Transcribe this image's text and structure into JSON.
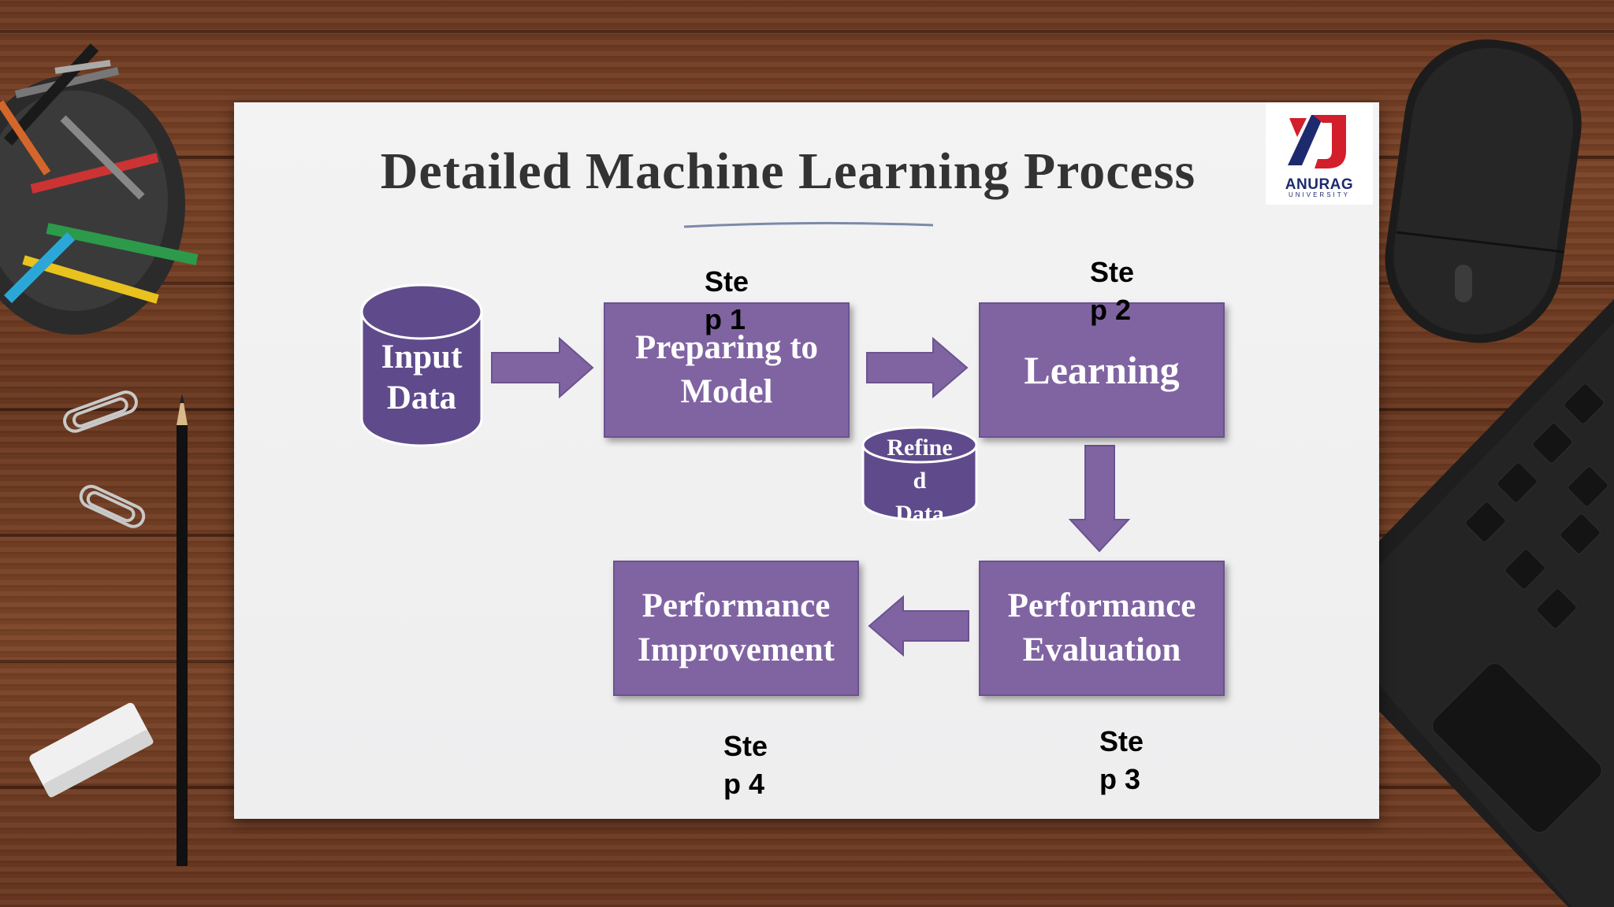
{
  "slide": {
    "title": "Detailed Machine Learning Process"
  },
  "logo": {
    "name": "ANURAG",
    "subtitle": "UNIVERSITY",
    "colors": {
      "red": "#d21f2b",
      "navy": "#1d2a6e"
    }
  },
  "diagram": {
    "input_data": "Input\nData",
    "refined_data": "Refine\nd\nData",
    "boxes": {
      "preparing": "Preparing to\nModel",
      "learning": "Learning",
      "evaluation": "Performance\nEvaluation",
      "improvement": "Performance\nImprovement"
    },
    "steps": {
      "step1": "Ste\np 1",
      "step2": "Ste\np 2",
      "step3": "Ste\np 3",
      "step4": "Ste\np 4"
    },
    "colors": {
      "fill": "#8064a2",
      "dark": "#5f4b8b",
      "border": "#6b5290"
    }
  }
}
